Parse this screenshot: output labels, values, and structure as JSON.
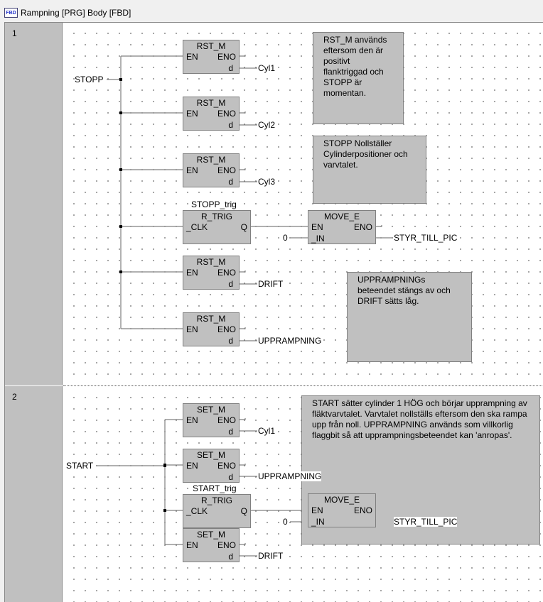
{
  "window": {
    "title": "Rampning [PRG] Body [FBD]",
    "icon": "fbd-icon"
  },
  "networks": [
    {
      "number": "1",
      "input": "STOPP",
      "blocks": [
        {
          "type": "RST_M",
          "in": "EN",
          "out": "ENO",
          "d": "d",
          "output": "Cyl1"
        },
        {
          "type": "RST_M",
          "in": "EN",
          "out": "ENO",
          "d": "d",
          "output": "Cyl2"
        },
        {
          "type": "RST_M",
          "in": "EN",
          "out": "ENO",
          "d": "d",
          "output": "Cyl3"
        },
        {
          "type": "R_TRIG",
          "instance": "STOPP_trig",
          "in": "_CLK",
          "out": "Q"
        },
        {
          "type": "RST_M",
          "in": "EN",
          "out": "ENO",
          "d": "d",
          "output": "DRIFT"
        },
        {
          "type": "RST_M",
          "in": "EN",
          "out": "ENO",
          "d": "d",
          "output": "UPPRAMPNING"
        }
      ],
      "move": {
        "type": "MOVE_E",
        "en": "EN",
        "eno": "ENO",
        "in": "_IN",
        "value": "0",
        "output": "STYR_TILL_PIC"
      },
      "comments": [
        "RST_M används eftersom den är positivt flanktriggad och STOPP är momentan.",
        "STOPP Nollställer Cylinderpositioner och varvtalet.",
        "UPPRAMPNINGs beteendet stängs av och DRIFT sätts låg."
      ]
    },
    {
      "number": "2",
      "input": "START",
      "blocks": [
        {
          "type": "SET_M",
          "in": "EN",
          "out": "ENO",
          "d": "d",
          "output": "Cyl1"
        },
        {
          "type": "SET_M",
          "in": "EN",
          "out": "ENO",
          "d": "d",
          "output": "UPPRAMPNING"
        },
        {
          "type": "R_TRIG",
          "instance": "START_trig",
          "in": "_CLK",
          "out": "Q"
        },
        {
          "type": "SET_M",
          "in": "EN",
          "out": "ENO",
          "d": "d",
          "output": "DRIFT"
        }
      ],
      "move": {
        "type": "MOVE_E",
        "en": "EN",
        "eno": "ENO",
        "in": "_IN",
        "value": "0",
        "output": "STYR_TILL_PIC"
      },
      "comments": [
        "START sätter cylinder 1 HÖG och börjar upprampning av fläktvarvtalet. Varvtalet nollställs eftersom den ska rampa upp från noll. UPPRAMPNING används som villkorlig flaggbit så att upprampningsbeteendet kan 'anropas'."
      ]
    }
  ]
}
